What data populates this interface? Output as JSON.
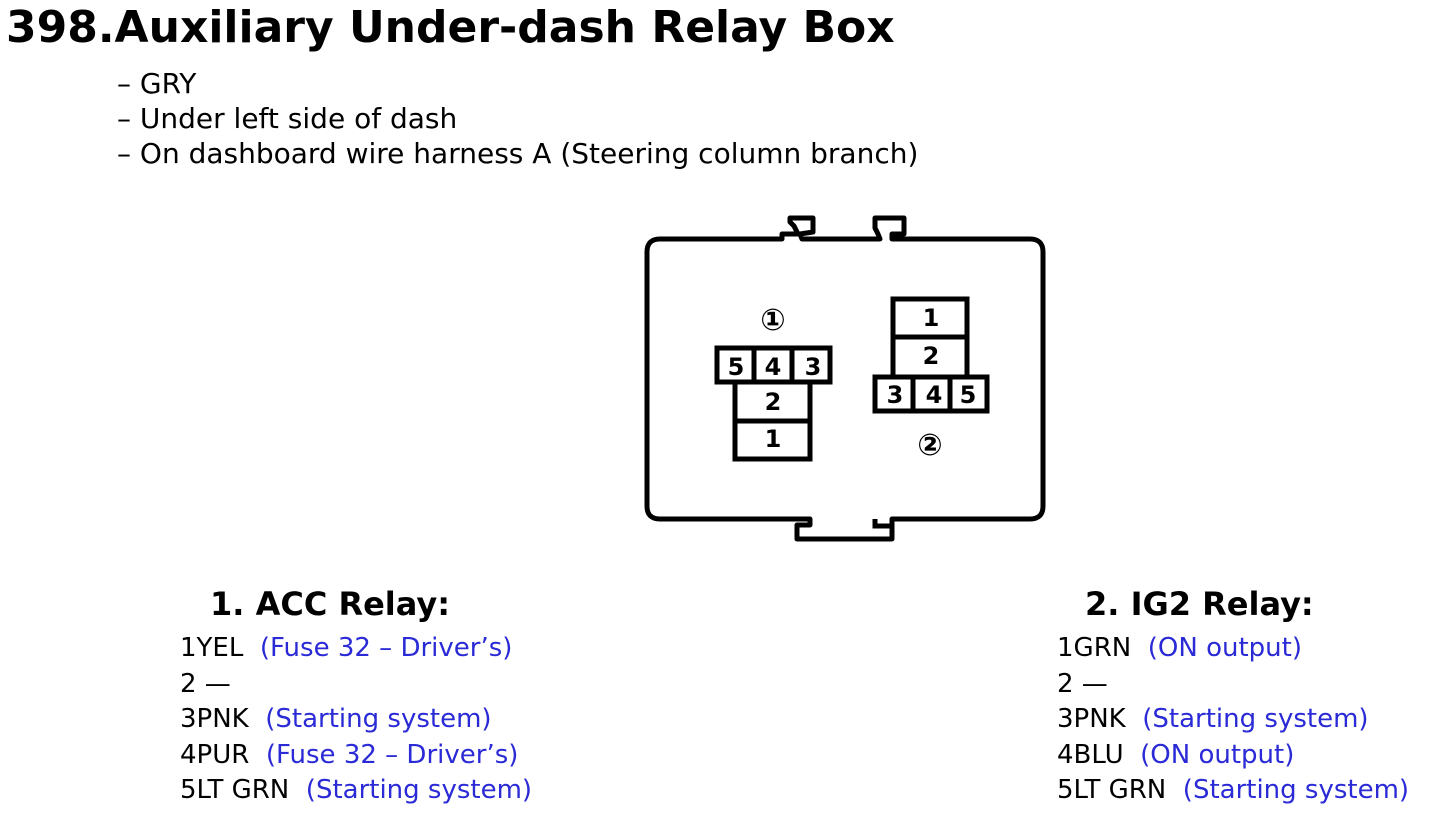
{
  "title": "398.Auxiliary Under-dash Relay Box",
  "notes": [
    "– GRY",
    "– Under left side of dash",
    "– On dashboard wire harness A (Steering column branch)"
  ],
  "diagram": {
    "relay1": {
      "marker": "①",
      "pins": [
        "5",
        "4",
        "3",
        "2",
        "1"
      ]
    },
    "relay2": {
      "marker": "②",
      "pins": [
        "1",
        "2",
        "3",
        "4",
        "5"
      ]
    }
  },
  "acc_relay": {
    "heading": "1. ACC Relay:",
    "pins": [
      {
        "label": "1YEL",
        "note": "(Fuse 32 – Driver’s)"
      },
      {
        "label": "2 —",
        "note": ""
      },
      {
        "label": "3PNK",
        "note": "(Starting system)"
      },
      {
        "label": "4PUR",
        "note": "(Fuse 32 – Driver’s)"
      },
      {
        "label": "5LT GRN",
        "note": "(Starting system)"
      }
    ]
  },
  "ig2_relay": {
    "heading": "2. IG2 Relay:",
    "pins": [
      {
        "label": "1GRN",
        "note": "(ON output)"
      },
      {
        "label": "2 —",
        "note": ""
      },
      {
        "label": "3PNK",
        "note": "(Starting system)"
      },
      {
        "label": "4BLU",
        "note": "(ON output)"
      },
      {
        "label": "5LT GRN",
        "note": "(Starting system)"
      }
    ]
  },
  "colors": {
    "note_text": "#2a2ad6",
    "line": "#000000"
  }
}
